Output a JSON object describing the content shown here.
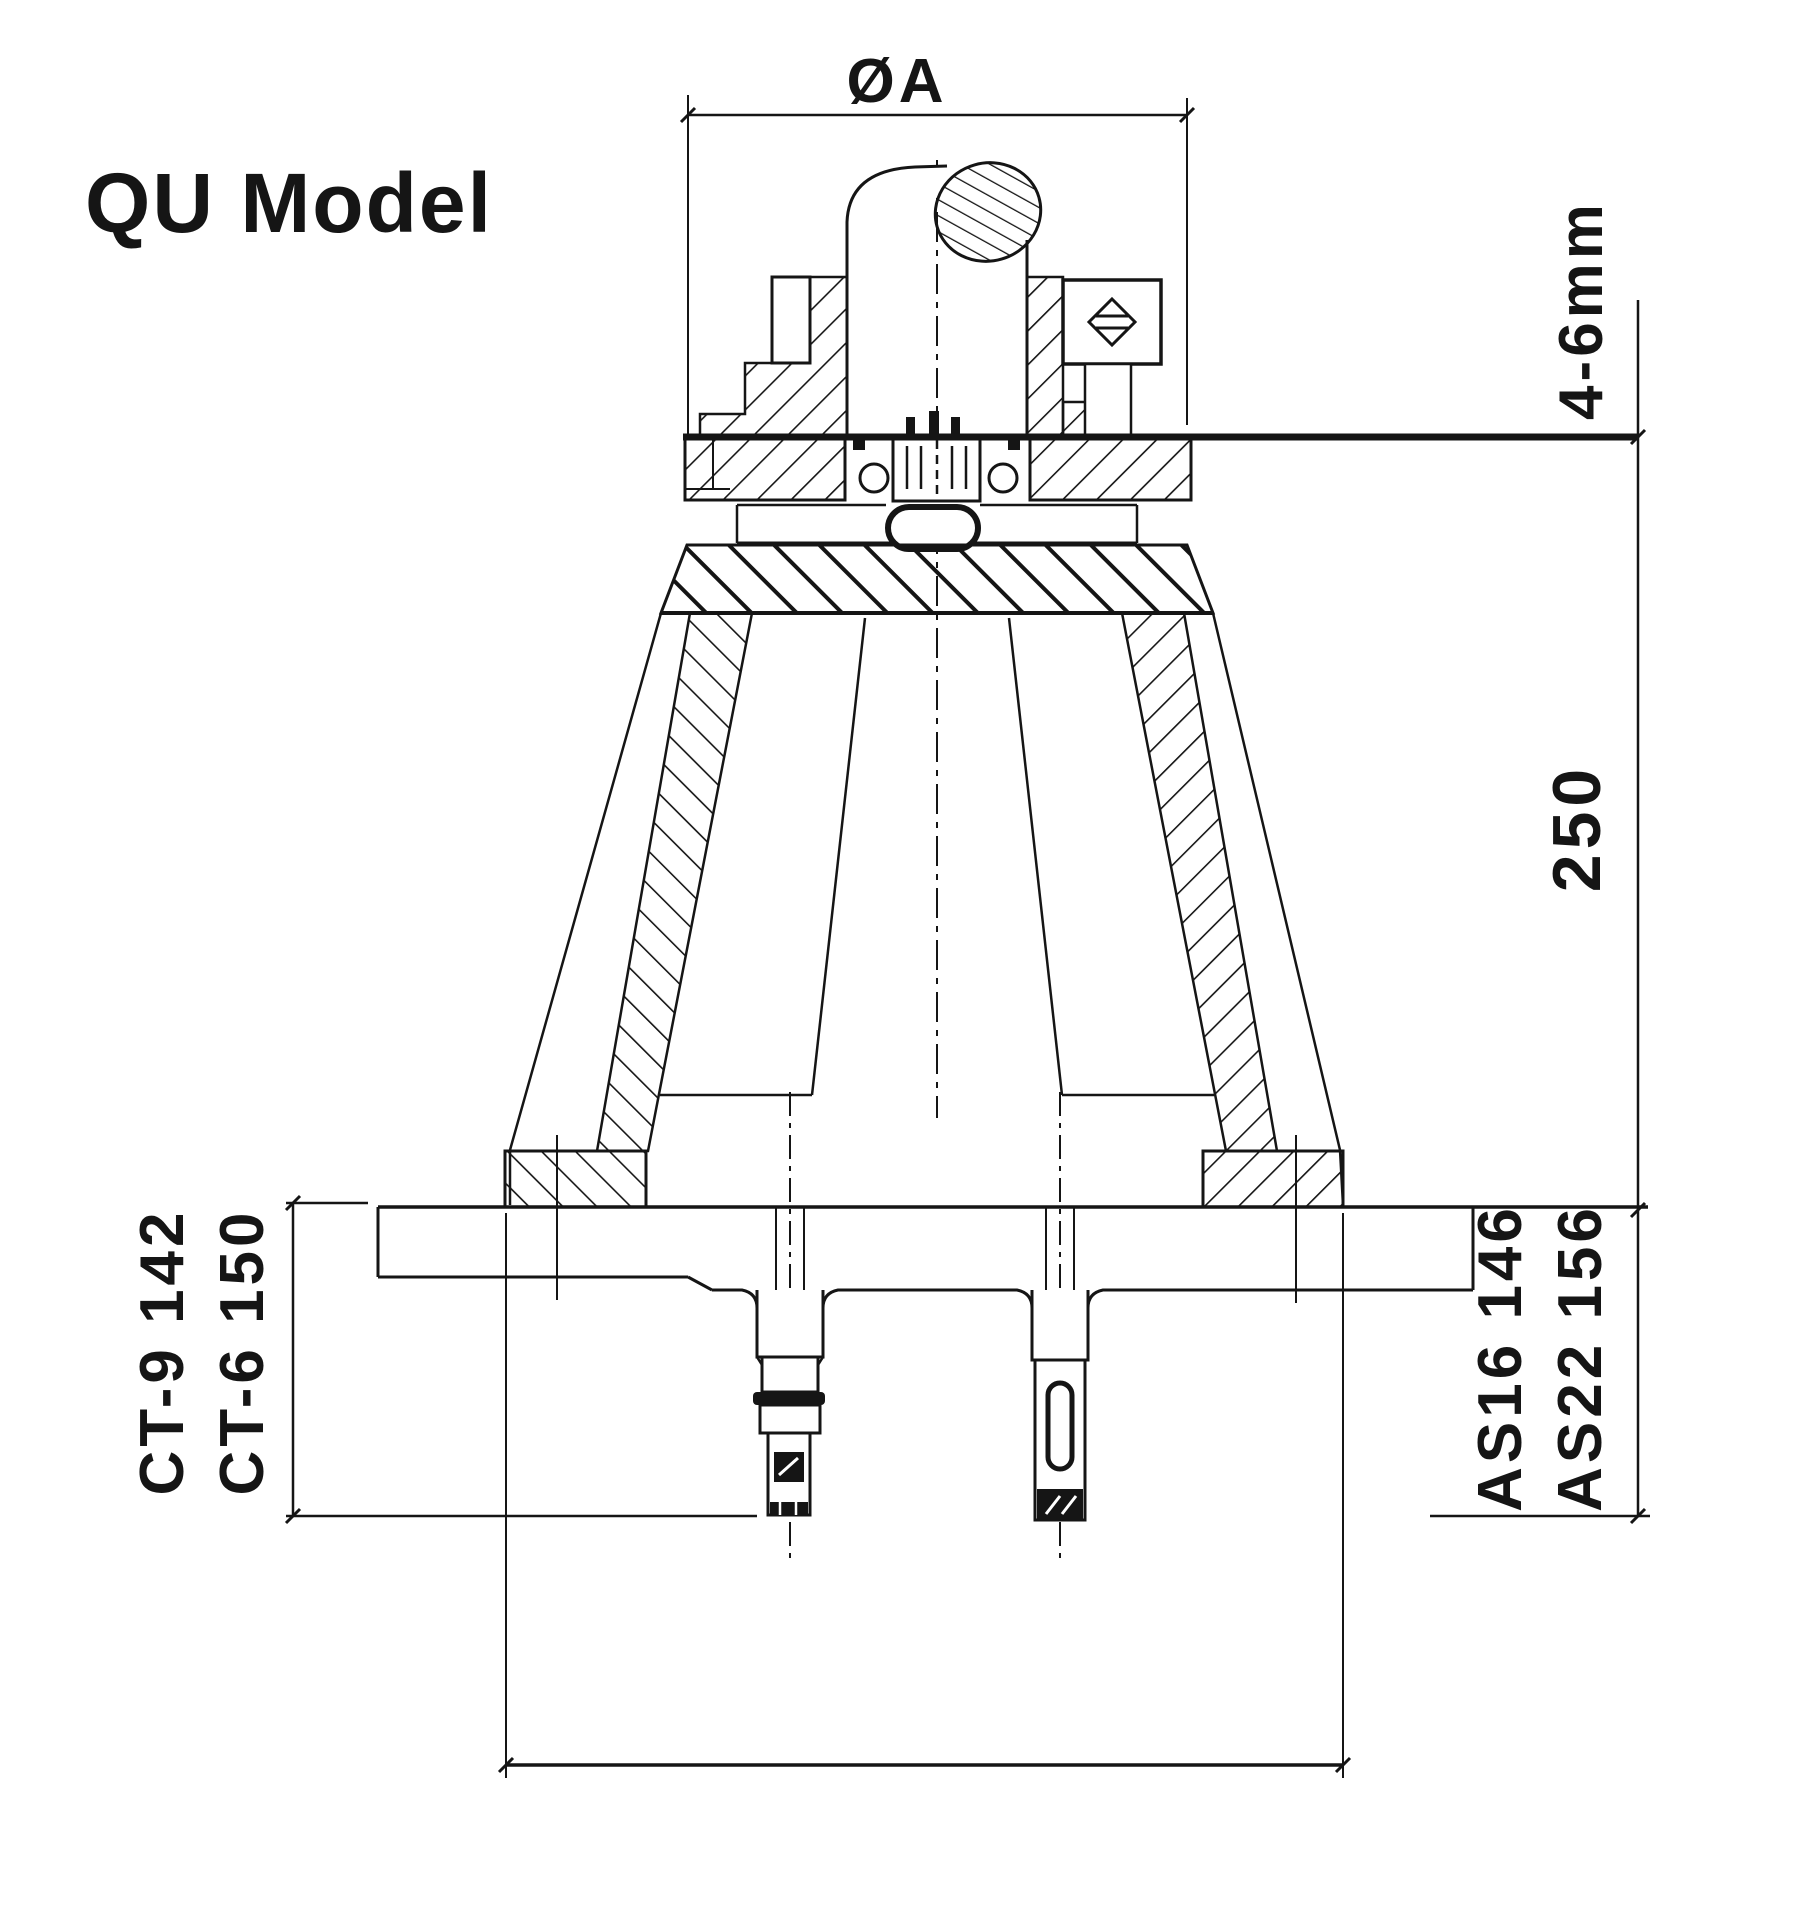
{
  "page": {
    "background": "#ffffff",
    "ink": "#151515"
  },
  "title": "QU Model",
  "dimensions": {
    "top_diameter_label": "ØA",
    "gap_label": "4-6mm",
    "body_height_label": "250",
    "left_shank_labels": [
      "CT-9 142",
      "CT-6 150"
    ],
    "right_shank_labels": [
      "AS16 146",
      "AS22 156"
    ]
  }
}
